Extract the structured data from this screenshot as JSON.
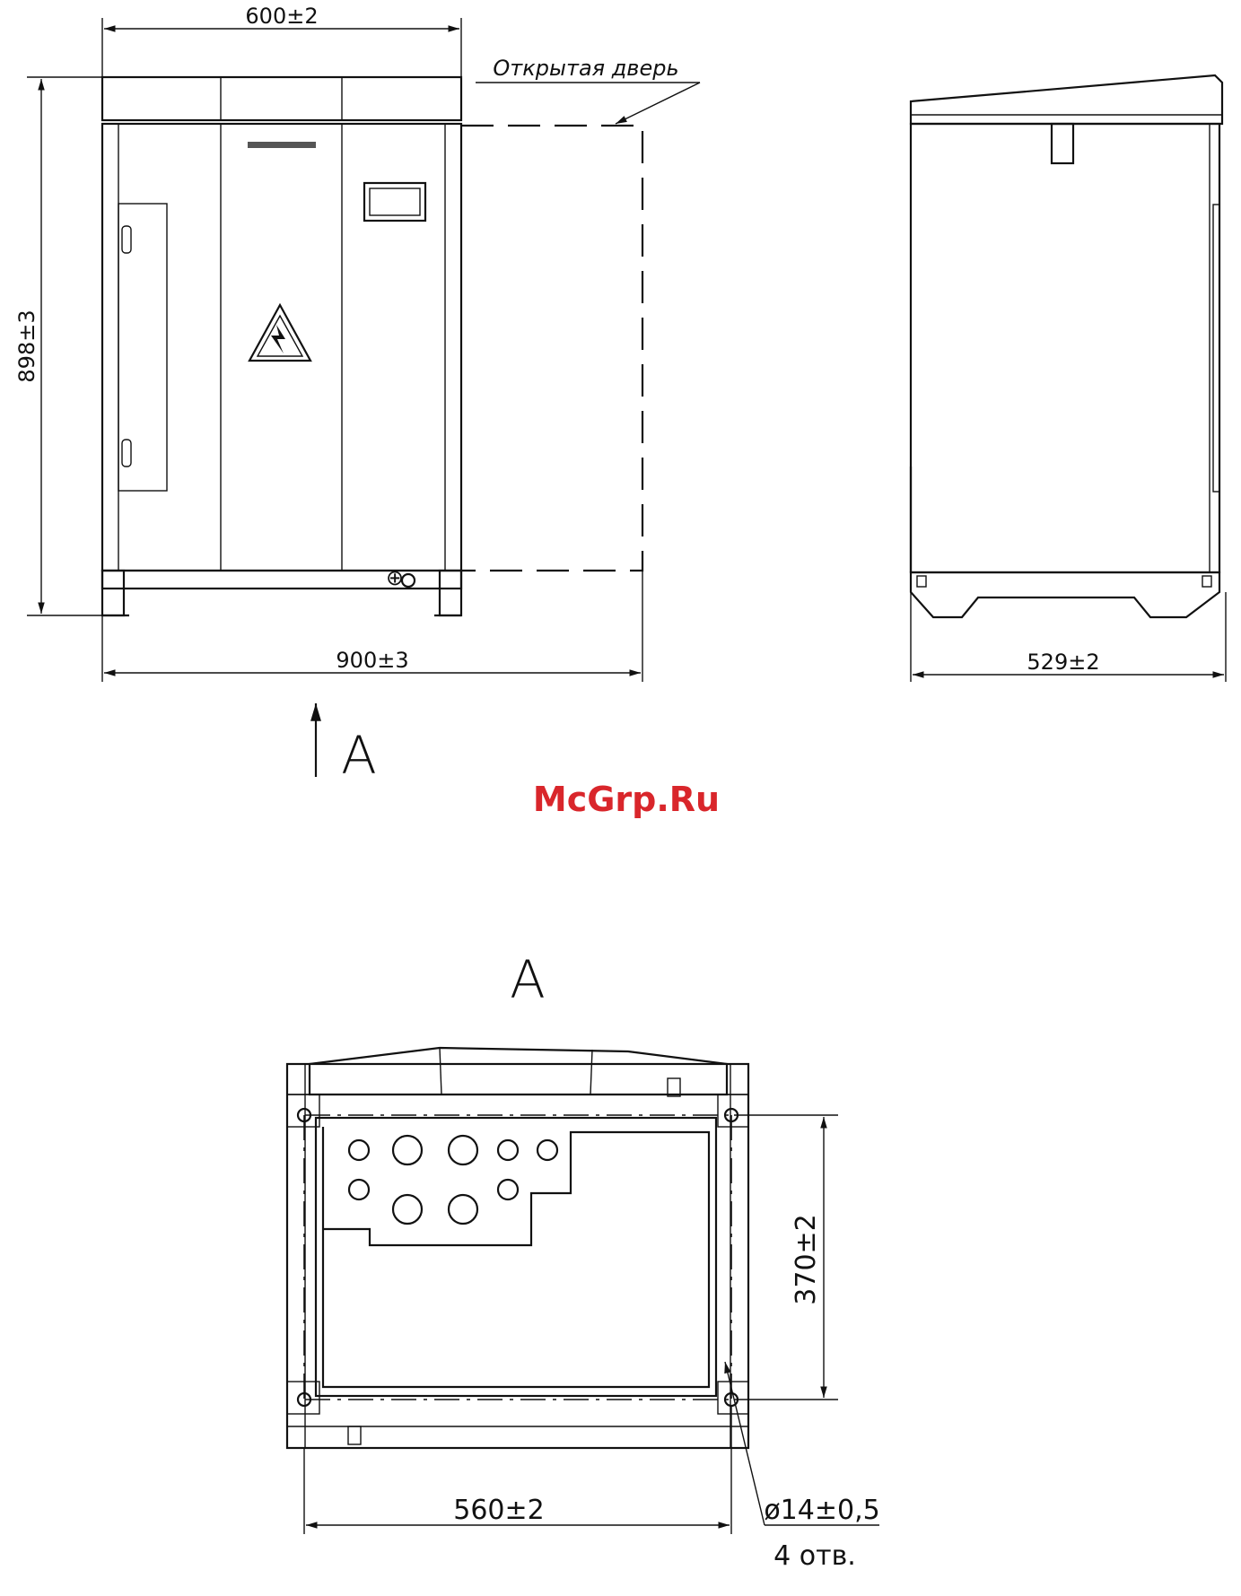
{
  "front_view": {
    "width_label": "600±2",
    "height_label": "898±3",
    "open_width_label": "900±3",
    "open_door_label": "Открытая дверь"
  },
  "side_view": {
    "depth_label": "529±2"
  },
  "view_arrow_label": "A",
  "bottom_view": {
    "title": "A",
    "hole_spacing_label": "370±2",
    "width_label": "560±2",
    "hole_diameter_label": "ø14±0,5",
    "hole_count_label": "4 отв."
  },
  "watermark": "McGrp.Ru",
  "colors": {
    "line": "#111111",
    "watermark": "#d9262b"
  }
}
